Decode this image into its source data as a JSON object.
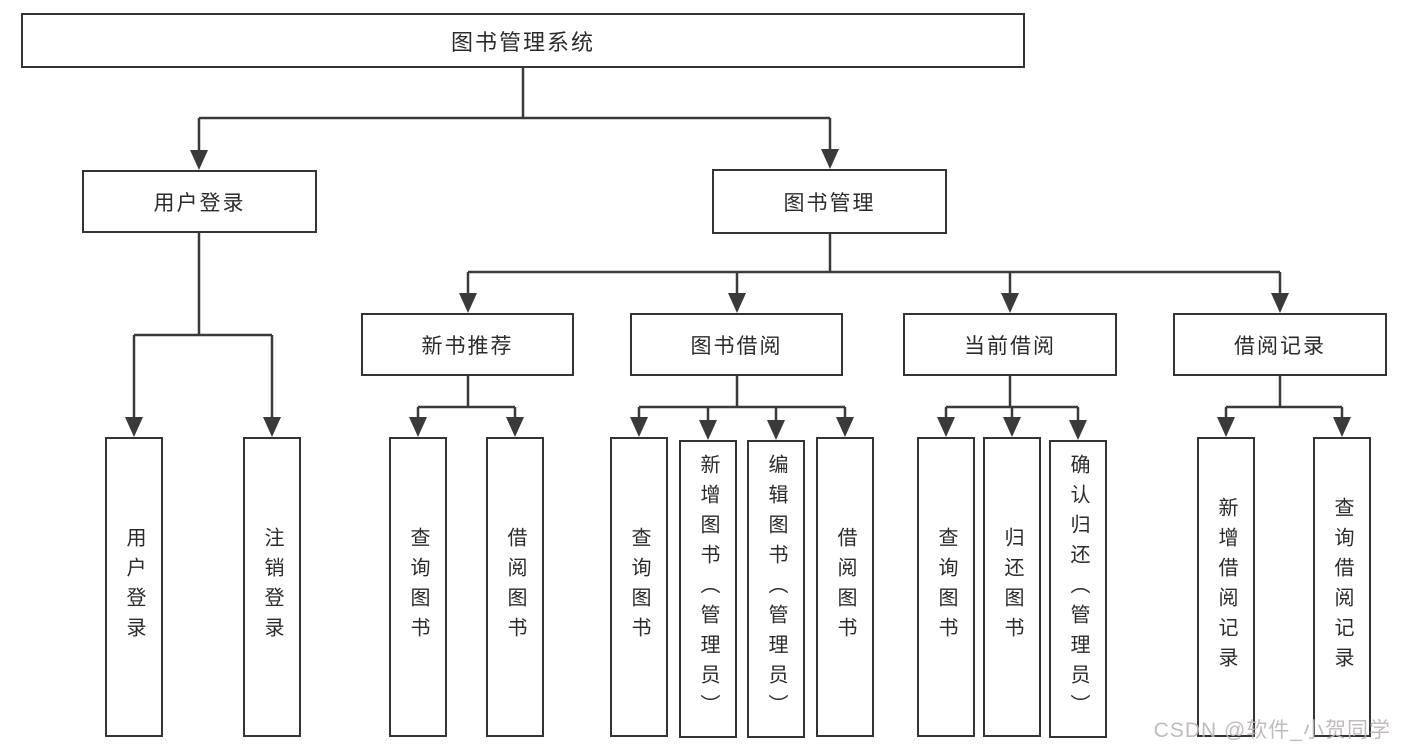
{
  "tree": {
    "label": "图书管理系统",
    "children": [
      {
        "label": "用户登录",
        "children": [
          {
            "label": "用户登录"
          },
          {
            "label": "注销登录"
          }
        ]
      },
      {
        "label": "图书管理",
        "children": [
          {
            "label": "新书推荐",
            "children": [
              {
                "label": "查询图书"
              },
              {
                "label": "借阅图书"
              }
            ]
          },
          {
            "label": "图书借阅",
            "children": [
              {
                "label": "查询图书"
              },
              {
                "label": "新增图书（管理员）"
              },
              {
                "label": "编辑图书（管理员）"
              },
              {
                "label": "借阅图书"
              }
            ]
          },
          {
            "label": "当前借阅",
            "children": [
              {
                "label": "查询图书"
              },
              {
                "label": "归还图书"
              },
              {
                "label": "确认归还（管理员）"
              }
            ]
          },
          {
            "label": "借阅记录",
            "children": [
              {
                "label": "新增借阅记录"
              },
              {
                "label": "查询借阅记录"
              }
            ]
          }
        ]
      }
    ]
  },
  "watermark": {
    "text": "CSDN @软件_小贺同学"
  },
  "colors": {
    "line": "#3a3a3a",
    "box_border": "#343434",
    "text": "#2b2b2b",
    "background": "#ffffff",
    "watermark": "#bdb6b6"
  }
}
